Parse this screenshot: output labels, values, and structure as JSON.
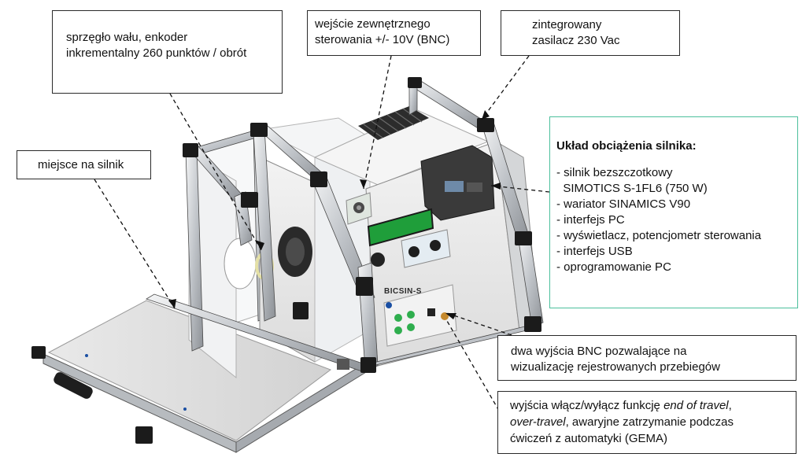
{
  "callouts": {
    "coupling": {
      "line1": "sprzęgło wału, enkoder",
      "line2": "inkrementalny 260 punktów / obrót"
    },
    "motor_place": {
      "line1": "miejsce na silnik"
    },
    "bnc_input": {
      "line1": "wejście zewnętrznego",
      "line2": "sterowania +/- 10V (BNC)"
    },
    "power_supply": {
      "line1": "zintegrowany",
      "line2": "zasilacz 230 Vac"
    },
    "load_unit": {
      "heading": "Układ obciążenia silnika:",
      "items": [
        "- silnik bezszczotkowy",
        "  SIMOTICS S-1FL6 (750 W)",
        "- wariator SINAMICS V90",
        "- interfejs PC",
        "- wyświetlacz, potencjometr sterowania",
        "- interfejs USB",
        "- oprogramowanie PC"
      ]
    },
    "bnc_outputs": {
      "line1": "dwa wyjścia BNC pozwalające na",
      "line2": "wizualizację rejestrowanych przebiegów"
    },
    "gema": {
      "line1_prefix": "wyjścia włącz/wyłącz funkcję ",
      "line1_italic": "end of travel",
      "line1_suffix": ",",
      "line2_italic": "over-travel",
      "line2_suffix": ", awaryjne zatrzymanie podczas",
      "line3": "ćwiczeń z automatyki (GEMA)"
    }
  },
  "device": {
    "model_label": "BICSIN-S"
  },
  "colors": {
    "frame_dark": "#1b1b1b",
    "profile_silver": "#c9ccd0",
    "panel_light": "#eeeeee",
    "lcd_green": "#1f9e3a",
    "knob_green": "#2fae4e",
    "load_border": "#4cbf9c"
  }
}
